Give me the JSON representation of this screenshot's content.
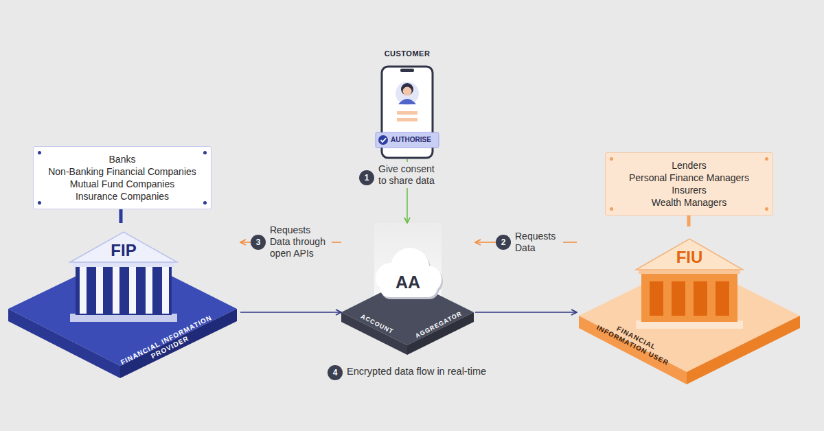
{
  "diagram": {
    "nodes": [
      {
        "text": [
          "Banks",
          "Non-Banking Financial Companies",
          "Mutual Fund Companies",
          "Insurance Companies"
        ]
      },
      {
        "text": [
          "FIP",
          "FINANCIAL INFORMATION PROVIDER"
        ]
      },
      {
        "text": [
          "CUSTOMER",
          "AUTHORISE"
        ]
      },
      {
        "text": [
          "AA",
          "ACCOUNT",
          "AGGREGATOR"
        ]
      },
      {
        "text": [
          "Lenders",
          "Personal Finance Managers",
          "Insurers",
          "Wealth Managers"
        ]
      },
      {
        "text": [
          "FIU",
          "FINANCIAL INFORMATION USER"
        ]
      }
    ],
    "edges": [
      {
        "from": 0,
        "to": 1,
        "arrow": "none"
      },
      {
        "from": 2,
        "to": 3,
        "arrow": "to"
      },
      {
        "from": 4,
        "to": 5,
        "arrow": "none"
      },
      {
        "from": 5,
        "to": 3,
        "arrow": "to"
      },
      {
        "from": 3,
        "to": 1,
        "arrow": "to"
      },
      {
        "from": 1,
        "to": 3,
        "arrow": "to"
      },
      {
        "from": 3,
        "to": 5,
        "arrow": "to"
      }
    ],
    "labels": [
      "1",
      "Give consent to share data",
      "2",
      "Requests Data",
      "3",
      "Requests Data through open APIs",
      "4",
      "Encrypted data flow in real-time"
    ]
  }
}
